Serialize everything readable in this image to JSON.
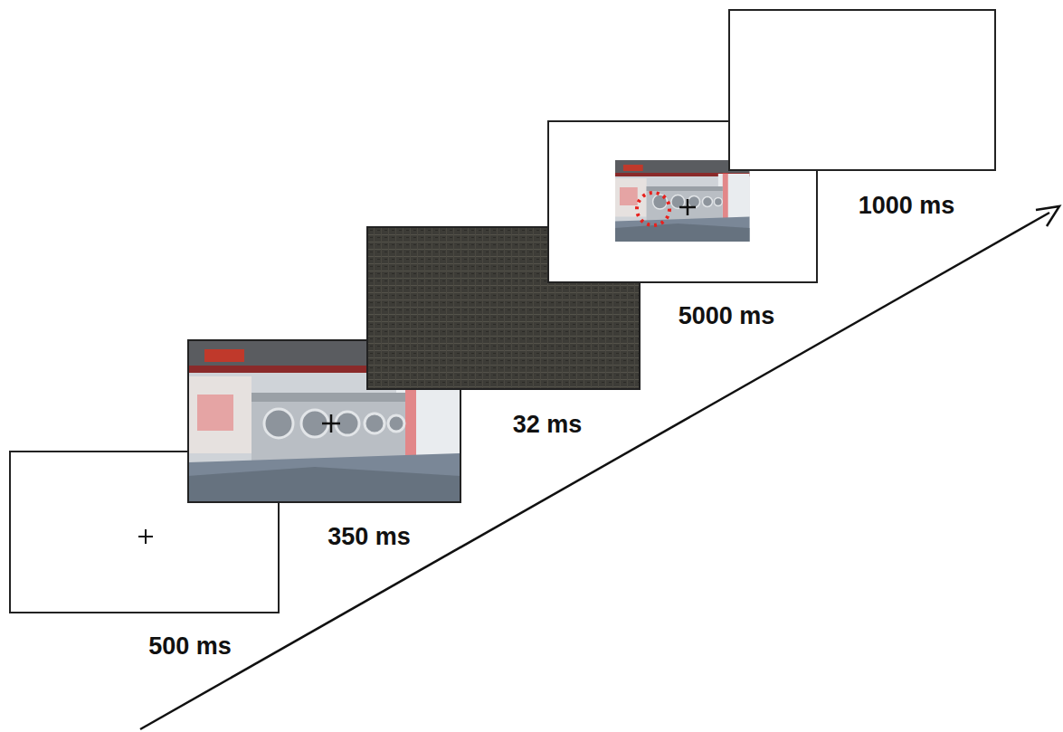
{
  "diagram": {
    "nodes": [
      {
        "text": [
          "500 ms"
        ]
      },
      {
        "text": [
          "350 ms"
        ]
      },
      {
        "text": [
          "32 ms"
        ]
      },
      {
        "text": [
          "5000 ms"
        ]
      },
      {
        "text": [
          "1000 ms"
        ]
      }
    ]
  }
}
